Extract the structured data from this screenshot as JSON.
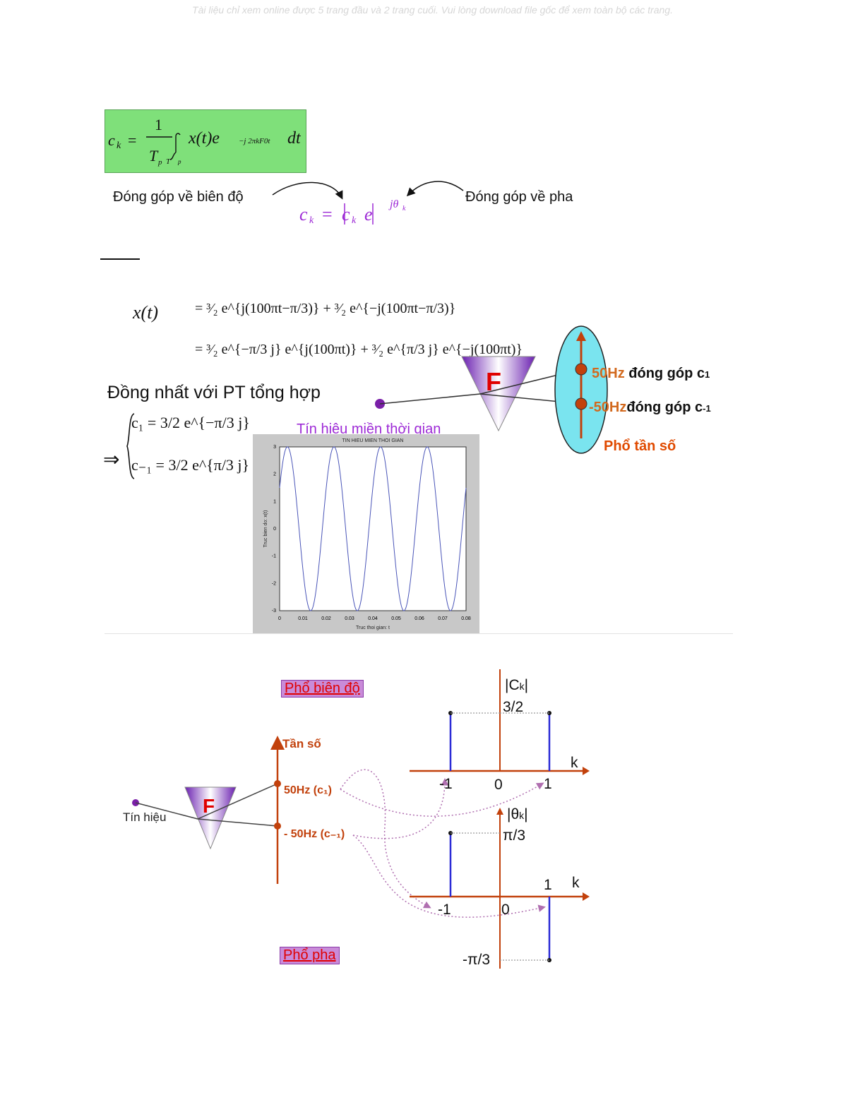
{
  "watermark": "Tài liệu chỉ xem online được 5 trang đầu và 2 trang cuối. Vui lòng download file gốc để xem toàn bộ các trang.",
  "formula": {
    "lhs": "c",
    "sub_k": "k",
    "eq": "=",
    "num": "1",
    "den": "T",
    "den_sub": "p",
    "int_lower": "T",
    "int_lower_sub": "p",
    "integrand": "x(t)e",
    "exponent": "−j 2πkF0t",
    "dt": "dt"
  },
  "contrib": {
    "amp_label": "Đóng góp  về biên độ",
    "phase_label": "Đóng góp  về pha",
    "polar_lhs": "c",
    "polar_sub": "k",
    "polar_eq": "= ",
    "polar_mag": "c",
    "polar_e": "e",
    "polar_exp": "jθ"
  },
  "example": {
    "xt": "x(t)",
    "line1": "= ³⁄₂ e^{j(100πt−π/3)} + ³⁄₂ e^{−j(100πt−π/3)}",
    "line2": "= ³⁄₂ e^{−π/3 j} e^{j(100πt)} + ³⁄₂ e^{π/3 j} e^{−j(100πt)}",
    "identify_label": "Đồng nhất với PT tổng hợp",
    "c1": "c₁ = 3/2 e^{−π/3 j}",
    "cm1": "c₋₁ = 3/2 e^{π/3 j}",
    "implies": "⇒"
  },
  "time_plot": {
    "caption": "Tín hiệu miền thời gian",
    "title": "TIN HIEU MIEN THOI GIAN",
    "xlabel": "Truc thoi gian: t",
    "ylabel": "Truc bien do: x(t)",
    "xticks": [
      "0",
      "0.01",
      "0.02",
      "0.03",
      "0.04",
      "0.05",
      "0.06",
      "0.07",
      "0.08"
    ],
    "yticks": [
      "3",
      "2",
      "1",
      "0",
      "-1",
      "-2",
      "-3"
    ]
  },
  "spectrum_top": {
    "f_letter": "F",
    "label_pos_hz": "50Hz",
    "label_pos_rest": " đóng góp c",
    "label_pos_sub": "1",
    "label_neg_hz": "-50Hz",
    "label_neg_rest": "đóng góp c",
    "label_neg_sub": "-1",
    "freq_spectrum": "Phổ tần số"
  },
  "bottom": {
    "amp_spectrum": "Phổ biên độ",
    "phase_spectrum": "Phổ pha",
    "freq_axis": "Tần số",
    "signal": "Tín hiệu",
    "f_letter": "F",
    "pos_label": "50Hz (c₁)",
    "neg_label": "- 50Hz (c₋₁)",
    "amp_axis": "|C",
    "amp_axis_sub": "k",
    "amp_value": "3/2",
    "phase_axis": "|θ",
    "phase_axis_sub": "k",
    "phase_pos": "π/3",
    "phase_neg": "-π/3",
    "k_label": "k",
    "tick_m1": "-1",
    "tick_0": "0",
    "tick_1": "1"
  },
  "chart_data": [
    {
      "type": "line",
      "title": "TIN HIEU MIEN THOI GIAN",
      "xlabel": "Truc thoi gian: t",
      "ylabel": "Truc bien do: x(t)",
      "xlim": [
        0,
        0.08
      ],
      "ylim": [
        -3,
        3
      ],
      "series": [
        {
          "function": "3*cos(100*pi*t - pi/3)",
          "amplitude": 3,
          "frequency_hz": 50,
          "phase": "-π/3"
        }
      ]
    },
    {
      "type": "bar",
      "xlabel": "k",
      "ylabel": "|Ck|",
      "categories": [
        -1,
        0,
        1
      ],
      "values": [
        1.5,
        0,
        1.5
      ]
    },
    {
      "type": "bar",
      "xlabel": "k",
      "ylabel": "|θk|",
      "categories": [
        -1,
        0,
        1
      ],
      "values": [
        "π/3",
        0,
        "-π/3"
      ]
    }
  ]
}
